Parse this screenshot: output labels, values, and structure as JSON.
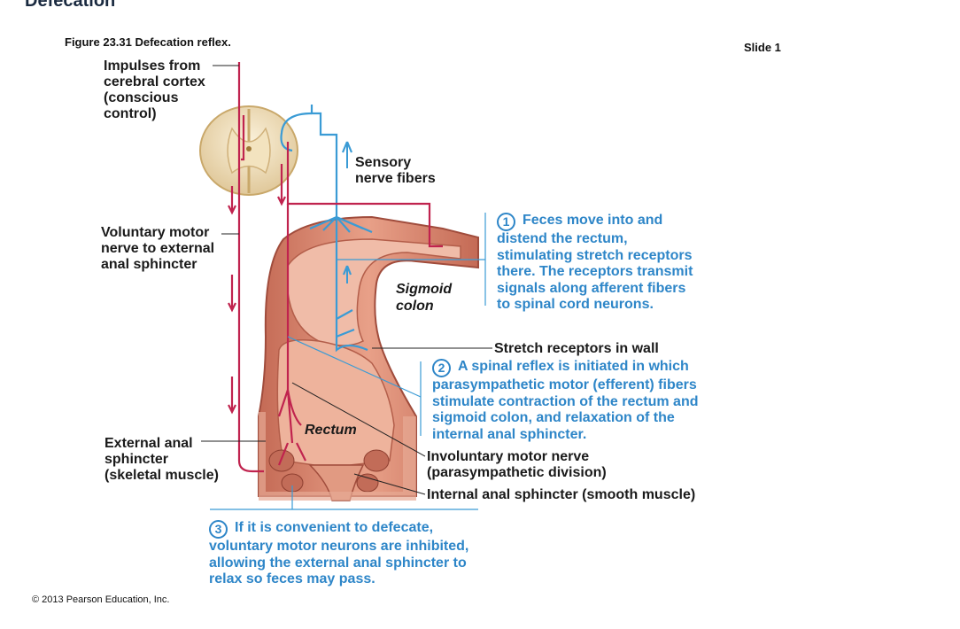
{
  "page": {
    "title": "Defecation",
    "figure_caption": "Figure 23.31 Defecation reflex.",
    "slide_label": "Slide 1",
    "copyright": "© 2013 Pearson Education, Inc."
  },
  "labels": {
    "impulses_l1": "Impulses from",
    "impulses_l2": "cerebral cortex",
    "impulses_l3": "(conscious",
    "impulses_l4": "control)",
    "sensory_l1": "Sensory",
    "sensory_l2": "nerve fibers",
    "voluntary_l1": "Voluntary motor",
    "voluntary_l2": "nerve to external",
    "voluntary_l3": "anal sphincter",
    "sigmoid_l1": "Sigmoid",
    "sigmoid_l2": "colon",
    "stretch": "Stretch receptors in wall",
    "rectum": "Rectum",
    "external_l1": "External anal",
    "external_l2": "sphincter",
    "external_l3": "(skeletal muscle)",
    "involuntary_l1": "Involuntary motor nerve",
    "involuntary_l2": "(parasympathetic division)",
    "internal": "Internal anal sphincter (smooth muscle)"
  },
  "steps": [
    {
      "number": "1",
      "lines": [
        "Feces move into and",
        "distend the rectum,",
        "stimulating stretch receptors",
        "there. The receptors transmit",
        "signals along afferent fibers",
        "to spinal cord neurons."
      ]
    },
    {
      "number": "2",
      "lines": [
        "A spinal reflex is initiated in which",
        "parasympathetic motor (efferent) fibers",
        "stimulate contraction of the rectum and",
        "sigmoid colon, and relaxation of the",
        "internal anal sphincter."
      ]
    },
    {
      "number": "3",
      "lines": [
        "If it is convenient to defecate,",
        "voluntary motor neurons are inhibited,",
        "allowing the external anal sphincter to",
        "relax so feces may pass."
      ]
    }
  ],
  "colors": {
    "sensory_nerve": "#3a9bd5",
    "motor_nerve": "#c0234e",
    "step_text": "#2e86c8",
    "colon_tissue": "#d98a72",
    "colon_lumen": "#e7a58e"
  }
}
